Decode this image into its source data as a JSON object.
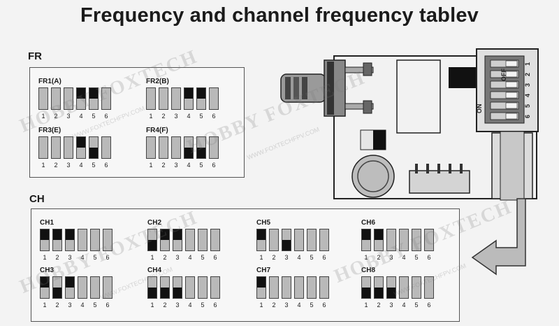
{
  "title": "Frequency and channel frequency tablev",
  "fr_section": {
    "label": "FR",
    "groups": [
      {
        "name": "FR1(A)",
        "states": [
          "off",
          "off",
          "off",
          "up",
          "up",
          "off"
        ]
      },
      {
        "name": "FR2(B)",
        "states": [
          "off",
          "off",
          "off",
          "up",
          "up",
          "off"
        ]
      },
      {
        "name": "FR3(E)",
        "states": [
          "off",
          "off",
          "off",
          "up",
          "down",
          "off"
        ]
      },
      {
        "name": "FR4(F)",
        "states": [
          "off",
          "off",
          "off",
          "down",
          "down",
          "off"
        ]
      }
    ]
  },
  "ch_section": {
    "label": "CH",
    "groups": [
      {
        "name": "CH1",
        "states": [
          "up",
          "up",
          "up",
          "off",
          "off",
          "off"
        ]
      },
      {
        "name": "CH2",
        "states": [
          "down",
          "up",
          "up",
          "off",
          "off",
          "off"
        ]
      },
      {
        "name": "CH5",
        "states": [
          "up",
          "off",
          "down",
          "off",
          "off",
          "off"
        ]
      },
      {
        "name": "CH6",
        "states": [
          "up",
          "up",
          "off",
          "off",
          "off",
          "off"
        ]
      },
      {
        "name": "CH3",
        "states": [
          "up",
          "down",
          "up",
          "off",
          "off",
          "off"
        ]
      },
      {
        "name": "CH4",
        "states": [
          "down",
          "down",
          "down",
          "off",
          "off",
          "off"
        ]
      },
      {
        "name": "CH7",
        "states": [
          "up",
          "off",
          "off",
          "off",
          "off",
          "off"
        ]
      },
      {
        "name": "CH8",
        "states": [
          "down",
          "down",
          "down",
          "off",
          "off",
          "off"
        ]
      }
    ]
  },
  "switch_numbers": [
    "1",
    "2",
    "3",
    "4",
    "5",
    "6"
  ],
  "device": {
    "on_label": "ON",
    "off_label": "OFF",
    "dip_numbers": [
      "1",
      "2",
      "3",
      "4",
      "5",
      "6"
    ]
  },
  "watermark": {
    "brand": "HOBBY FOXTECH",
    "url": "WWW.FOXTECHFPV.COM"
  },
  "colors": {
    "switch_body": "#b9b9b9",
    "switch_knob": "#111111",
    "panel_border": "#555555"
  }
}
